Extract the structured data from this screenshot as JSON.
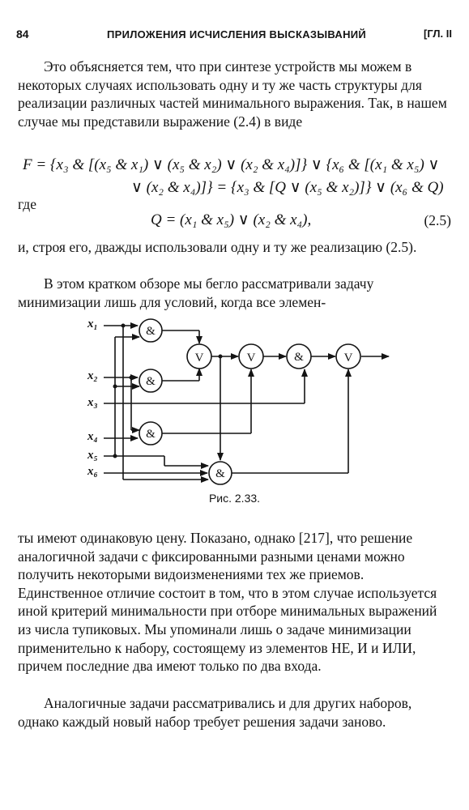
{
  "header": {
    "page_number": "84",
    "running_title": "ПРИЛОЖЕНИЯ ИСЧИСЛЕНИЯ ВЫСКАЗЫВАНИЙ",
    "chapter": "[ГЛ. II"
  },
  "paragraphs": {
    "p1": "Это объясняется тем, что при синтезе устройств мы можем в некоторых случаях использовать одну и ту же часть структуры для реализации различных частей минимального выражения. Так, в нашем случае мы представили выражение (2.4) в виде",
    "gde": "где",
    "p2": "и, строя его, дважды использовали одну и ту же реализацию (2.5).",
    "p3": "В этом кратком обзоре мы бегло рассматривали задачу минимизации лишь для условий, когда все элемен-",
    "p4": "ты имеют одинаковую цену. Показано, однако [217], что решение аналогичной задачи с фиксированными разными ценами можно получить некоторыми видоизменениями тех же приемов. Единственное отличие состоит в том, что в этом случае используется иной критерий минимальности при отборе минимальных выражений из числа тупиковых. Мы упоминали лишь о задаче минимизации применительно к набору, состоящему из элементов НЕ, И и ИЛИ, причем последние два имеют только по два входа.",
    "p5": "Аналогичные задачи рассматривались и для других наборов, однако каждый новый набор требует решения задачи заново."
  },
  "formulas": {
    "line1": "F = {x₃ & [(x₅ & x₁) ∨ (x₅ & x₂) ∨ (x₂ & x₄)]} ∨ {x₆ & [(x₁ & x₅) ∨",
    "line2": "∨ (x₂ & x₄)]} = {x₃ & [Q ∨ (x₅ & x₂)]} ∨ (x₆ & Q)",
    "line3": "Q = (x₁ & x₅) ∨ (x₂ & x₄),",
    "eq_number": "(2.5)"
  },
  "figure": {
    "caption": "Рис. 2.33.",
    "inputs": [
      "x₁",
      "x₂",
      "x₃",
      "x₄",
      "x₅",
      "x₆"
    ],
    "and_symbol": "&",
    "or_symbol": "V"
  }
}
